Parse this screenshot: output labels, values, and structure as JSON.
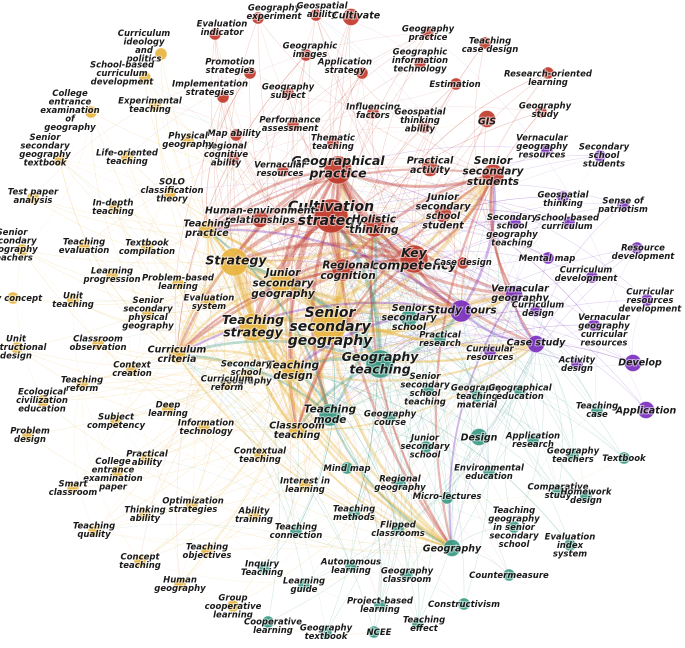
{
  "colors": {
    "red": "#c0392b",
    "gold": "#e8b440",
    "teal": "#3a9a86",
    "purple": "#7b2fbe"
  },
  "hubs": [
    "Senior secondary geography",
    "Geography teaching",
    "Cultivation strategy",
    "Geographical practice",
    "Key competency"
  ],
  "nodes": [
    {
      "id": "n1",
      "label": "Geography experiment",
      "cluster": "red",
      "w": 1
    },
    {
      "id": "n2",
      "label": "Geospatial ability",
      "cluster": "red",
      "w": 1
    },
    {
      "id": "n3",
      "label": "Cultivate",
      "cluster": "red",
      "w": 2
    },
    {
      "id": "n4",
      "label": "Evaluation indicator",
      "cluster": "red",
      "w": 1
    },
    {
      "id": "n5",
      "label": "Geography practice",
      "cluster": "red",
      "w": 1
    },
    {
      "id": "n6",
      "label": "Teaching case design",
      "cluster": "red",
      "w": 1
    },
    {
      "id": "n7",
      "label": "Geographic images",
      "cluster": "red",
      "w": 1
    },
    {
      "id": "n8",
      "label": "Promotion strategies",
      "cluster": "red",
      "w": 1
    },
    {
      "id": "n9",
      "label": "Application strategy",
      "cluster": "red",
      "w": 1
    },
    {
      "id": "n10",
      "label": "Geographic information technology",
      "cluster": "red",
      "w": 1
    },
    {
      "id": "n11",
      "label": "Research-oriented learning",
      "cluster": "red",
      "w": 1
    },
    {
      "id": "n12",
      "label": "Implementation strategies",
      "cluster": "red",
      "w": 1
    },
    {
      "id": "n13",
      "label": "Geography subject",
      "cluster": "red",
      "w": 1
    },
    {
      "id": "n14",
      "label": "Estimation",
      "cluster": "red",
      "w": 1
    },
    {
      "id": "n15",
      "label": "Geography study",
      "cluster": "red",
      "w": 1
    },
    {
      "id": "n16",
      "label": "Influencing factors",
      "cluster": "red",
      "w": 1
    },
    {
      "id": "n17",
      "label": "Performance assessment",
      "cluster": "red",
      "w": 1
    },
    {
      "id": "n18",
      "label": "GIS",
      "cluster": "red",
      "w": 2
    },
    {
      "id": "n19",
      "label": "Map ability",
      "cluster": "red",
      "w": 1
    },
    {
      "id": "n20",
      "label": "Geospatial thinking ability",
      "cluster": "red",
      "w": 1
    },
    {
      "id": "n21",
      "label": "Thematic teaching",
      "cluster": "red",
      "w": 1
    },
    {
      "id": "n22",
      "label": "Geographical practice",
      "cluster": "red",
      "w": 4
    },
    {
      "id": "n23",
      "label": "Practical activity",
      "cluster": "red",
      "w": 2
    },
    {
      "id": "n24",
      "label": "Senior secondary students",
      "cluster": "red",
      "w": 3
    },
    {
      "id": "n25",
      "label": "Vernacular resources",
      "cluster": "red",
      "w": 1
    },
    {
      "id": "n26",
      "label": "Regional cognitive ability",
      "cluster": "red",
      "w": 1
    },
    {
      "id": "n27",
      "label": "Cultivation strategy",
      "cluster": "red",
      "w": 5
    },
    {
      "id": "n28",
      "label": "Human-environment relationships",
      "cluster": "red",
      "w": 2
    },
    {
      "id": "n29",
      "label": "Holistic thinking",
      "cluster": "red",
      "w": 3
    },
    {
      "id": "n30",
      "label": "Junior secondary school student",
      "cluster": "red",
      "w": 2
    },
    {
      "id": "n31",
      "label": "Key competency",
      "cluster": "red",
      "w": 4
    },
    {
      "id": "n32",
      "label": "Regional cognition",
      "cluster": "red",
      "w": 3
    },
    {
      "id": "n33",
      "label": "Case design",
      "cluster": "red",
      "w": 1
    },
    {
      "id": "n40",
      "label": "Vernacular geography resources",
      "cluster": "purple",
      "w": 1
    },
    {
      "id": "n41",
      "label": "Secondary school students",
      "cluster": "purple",
      "w": 1
    },
    {
      "id": "n42",
      "label": "Geospatial thinking",
      "cluster": "purple",
      "w": 1
    },
    {
      "id": "n43",
      "label": "Sense of patriotism",
      "cluster": "purple",
      "w": 1
    },
    {
      "id": "n44",
      "label": "School-based curriculum",
      "cluster": "purple",
      "w": 1
    },
    {
      "id": "n45",
      "label": "Secondary school geography teaching",
      "cluster": "purple",
      "w": 1
    },
    {
      "id": "n46",
      "label": "Resource development",
      "cluster": "purple",
      "w": 1
    },
    {
      "id": "n47",
      "label": "Mental map",
      "cluster": "purple",
      "w": 1
    },
    {
      "id": "n48",
      "label": "Curriculum development",
      "cluster": "purple",
      "w": 1
    },
    {
      "id": "n49",
      "label": "Vernacular geography",
      "cluster": "purple",
      "w": 2
    },
    {
      "id": "n50",
      "label": "Curricular resources development",
      "cluster": "purple",
      "w": 1
    },
    {
      "id": "n51",
      "label": "Curriculum design",
      "cluster": "purple",
      "w": 1
    },
    {
      "id": "n52",
      "label": "Study tours",
      "cluster": "purple",
      "w": 3
    },
    {
      "id": "n53",
      "label": "Vernacular geography curricular resources",
      "cluster": "purple",
      "w": 1
    },
    {
      "id": "n54",
      "label": "Case study",
      "cluster": "purple",
      "w": 2
    },
    {
      "id": "n55",
      "label": "Curricular resources",
      "cluster": "purple",
      "w": 1
    },
    {
      "id": "n56",
      "label": "Activity design",
      "cluster": "purple",
      "w": 1
    },
    {
      "id": "n57",
      "label": "Develop",
      "cluster": "purple",
      "w": 2
    },
    {
      "id": "n58",
      "label": "Application",
      "cluster": "purple",
      "w": 2
    },
    {
      "id": "n60",
      "label": "Curriculum ideology and politics",
      "cluster": "gold",
      "w": 1
    },
    {
      "id": "n61",
      "label": "School-based curriculum development",
      "cluster": "gold",
      "w": 1
    },
    {
      "id": "n62",
      "label": "College entrance examination of geography",
      "cluster": "gold",
      "w": 1
    },
    {
      "id": "n63",
      "label": "Experimental teaching",
      "cluster": "gold",
      "w": 1
    },
    {
      "id": "n64",
      "label": "Senior secondary geography textbook",
      "cluster": "gold",
      "w": 1
    },
    {
      "id": "n65",
      "label": "Physical geography",
      "cluster": "gold",
      "w": 1
    },
    {
      "id": "n66",
      "label": "Life-oriented teaching",
      "cluster": "gold",
      "w": 1
    },
    {
      "id": "n67",
      "label": "SOLO classification theory",
      "cluster": "gold",
      "w": 1
    },
    {
      "id": "n68",
      "label": "Test paper analysis",
      "cluster": "gold",
      "w": 1
    },
    {
      "id": "n69",
      "label": "In-depth teaching",
      "cluster": "gold",
      "w": 1
    },
    {
      "id": "n70",
      "label": "Teaching practice",
      "cluster": "gold",
      "w": 2
    },
    {
      "id": "n71",
      "label": "Senior secondary geography teachers",
      "cluster": "gold",
      "w": 1
    },
    {
      "id": "n72",
      "label": "Teaching evaluation",
      "cluster": "gold",
      "w": 1
    },
    {
      "id": "n73",
      "label": "Textbook compilation",
      "cluster": "gold",
      "w": 1
    },
    {
      "id": "n74",
      "label": "Strategy",
      "cluster": "gold",
      "w": 4
    },
    {
      "id": "n75",
      "label": "Learning progression",
      "cluster": "gold",
      "w": 1
    },
    {
      "id": "n76",
      "label": "Problem-based learning",
      "cluster": "gold",
      "w": 1
    },
    {
      "id": "n77",
      "label": "Junior secondary geography",
      "cluster": "gold",
      "w": 3
    },
    {
      "id": "n78",
      "label": "Key concept",
      "cluster": "gold",
      "w": 1
    },
    {
      "id": "n79",
      "label": "Unit teaching",
      "cluster": "gold",
      "w": 1
    },
    {
      "id": "n80",
      "label": "Evaluation system",
      "cluster": "gold",
      "w": 1
    },
    {
      "id": "n81",
      "label": "Senior secondary physical geography",
      "cluster": "gold",
      "w": 1
    },
    {
      "id": "n82",
      "label": "Teaching strategy",
      "cluster": "gold",
      "w": 4
    },
    {
      "id": "n83",
      "label": "Senior secondary geography",
      "cluster": "gold",
      "w": 5
    },
    {
      "id": "n84",
      "label": "Unit instructional design",
      "cluster": "gold",
      "w": 1
    },
    {
      "id": "n85",
      "label": "Classroom observation",
      "cluster": "gold",
      "w": 1
    },
    {
      "id": "n86",
      "label": "Curriculum criteria",
      "cluster": "gold",
      "w": 2
    },
    {
      "id": "n87",
      "label": "Teaching design",
      "cluster": "gold",
      "w": 3
    },
    {
      "id": "n88",
      "label": "Context creation",
      "cluster": "gold",
      "w": 1
    },
    {
      "id": "n89",
      "label": "Secondary school geography",
      "cluster": "gold",
      "w": 1
    },
    {
      "id": "n90",
      "label": "Teaching reform",
      "cluster": "gold",
      "w": 1
    },
    {
      "id": "n91",
      "label": "Ecological civilization education",
      "cluster": "gold",
      "w": 1
    },
    {
      "id": "n92",
      "label": "Curriculum reform",
      "cluster": "gold",
      "w": 1
    },
    {
      "id": "n93",
      "label": "Subject competency",
      "cluster": "gold",
      "w": 1
    },
    {
      "id": "n94",
      "label": "Deep learning",
      "cluster": "gold",
      "w": 1
    },
    {
      "id": "n95",
      "label": "Classroom teaching",
      "cluster": "gold",
      "w": 2
    },
    {
      "id": "n96",
      "label": "Problem design",
      "cluster": "gold",
      "w": 1
    },
    {
      "id": "n97",
      "label": "Information technology",
      "cluster": "gold",
      "w": 1
    },
    {
      "id": "n98",
      "label": "Contextual teaching",
      "cluster": "gold",
      "w": 1
    },
    {
      "id": "n99",
      "label": "Practical ability",
      "cluster": "gold",
      "w": 1
    },
    {
      "id": "n100",
      "label": "College entrance examination paper",
      "cluster": "gold",
      "w": 1
    },
    {
      "id": "n101",
      "label": "Smart classroom",
      "cluster": "gold",
      "w": 1
    },
    {
      "id": "n102",
      "label": "Interest in learning",
      "cluster": "gold",
      "w": 1
    },
    {
      "id": "n103",
      "label": "Optimization strategies",
      "cluster": "gold",
      "w": 1
    },
    {
      "id": "n104",
      "label": "Thinking ability",
      "cluster": "gold",
      "w": 1
    },
    {
      "id": "n105",
      "label": "Ability training",
      "cluster": "gold",
      "w": 1
    },
    {
      "id": "n106",
      "label": "Teaching quality",
      "cluster": "gold",
      "w": 1
    },
    {
      "id": "n107",
      "label": "Teaching objectives",
      "cluster": "gold",
      "w": 1
    },
    {
      "id": "n108",
      "label": "Concept teaching",
      "cluster": "gold",
      "w": 1
    },
    {
      "id": "n109",
      "label": "Human geography",
      "cluster": "gold",
      "w": 1
    },
    {
      "id": "n110",
      "label": "Group cooperative learning",
      "cluster": "gold",
      "w": 1
    },
    {
      "id": "n120",
      "label": "Senior secondary school",
      "cluster": "teal",
      "w": 2
    },
    {
      "id": "n121",
      "label": "Practical research",
      "cluster": "teal",
      "w": 1
    },
    {
      "id": "n122",
      "label": "Geography teaching",
      "cluster": "teal",
      "w": 4
    },
    {
      "id": "n123",
      "label": "Senior secondary school teaching",
      "cluster": "teal",
      "w": 1
    },
    {
      "id": "n124",
      "label": "Geography teaching material",
      "cluster": "teal",
      "w": 1
    },
    {
      "id": "n125",
      "label": "Geographical education",
      "cluster": "teal",
      "w": 1
    },
    {
      "id": "n126",
      "label": "Teaching case",
      "cluster": "teal",
      "w": 1
    },
    {
      "id": "n127",
      "label": "Teaching mode",
      "cluster": "teal",
      "w": 3
    },
    {
      "id": "n128",
      "label": "Geography course",
      "cluster": "teal",
      "w": 1
    },
    {
      "id": "n129",
      "label": "Design",
      "cluster": "teal",
      "w": 2
    },
    {
      "id": "n130",
      "label": "Application research",
      "cluster": "teal",
      "w": 1
    },
    {
      "id": "n131",
      "label": "Junior secondary school",
      "cluster": "teal",
      "w": 1
    },
    {
      "id": "n132",
      "label": "Geography teachers",
      "cluster": "teal",
      "w": 1
    },
    {
      "id": "n133",
      "label": "Textbook",
      "cluster": "teal",
      "w": 1
    },
    {
      "id": "n134",
      "label": "Environmental education",
      "cluster": "teal",
      "w": 1
    },
    {
      "id": "n135",
      "label": "Mind map",
      "cluster": "teal",
      "w": 1
    },
    {
      "id": "n136",
      "label": "Regional geography",
      "cluster": "teal",
      "w": 1
    },
    {
      "id": "n137",
      "label": "Comparative study",
      "cluster": "teal",
      "w": 1
    },
    {
      "id": "n138",
      "label": "Homework design",
      "cluster": "teal",
      "w": 1
    },
    {
      "id": "n139",
      "label": "Micro-lectures",
      "cluster": "teal",
      "w": 1
    },
    {
      "id": "n140",
      "label": "Teaching methods",
      "cluster": "teal",
      "w": 1
    },
    {
      "id": "n141",
      "label": "Teaching geography in senior secondary school",
      "cluster": "teal",
      "w": 1
    },
    {
      "id": "n142",
      "label": "Evaluation index system",
      "cluster": "teal",
      "w": 1
    },
    {
      "id": "n143",
      "label": "Teaching connection",
      "cluster": "teal",
      "w": 1
    },
    {
      "id": "n144",
      "label": "Flipped classrooms",
      "cluster": "teal",
      "w": 1
    },
    {
      "id": "n145",
      "label": "Geography",
      "cluster": "teal",
      "w": 2
    },
    {
      "id": "n146",
      "label": "Autonomous learning",
      "cluster": "teal",
      "w": 1
    },
    {
      "id": "n147",
      "label": "Geography classroom",
      "cluster": "teal",
      "w": 1
    },
    {
      "id": "n148",
      "label": "Countermeasure",
      "cluster": "teal",
      "w": 1
    },
    {
      "id": "n149",
      "label": "Inquiry Teaching",
      "cluster": "teal",
      "w": 1
    },
    {
      "id": "n150",
      "label": "Learning guide",
      "cluster": "teal",
      "w": 1
    },
    {
      "id": "n151",
      "label": "Project-based learning",
      "cluster": "teal",
      "w": 1
    },
    {
      "id": "n152",
      "label": "Constructivism",
      "cluster": "teal",
      "w": 1
    },
    {
      "id": "n153",
      "label": "Cooperative learning",
      "cluster": "teal",
      "w": 1
    },
    {
      "id": "n154",
      "label": "Geography textbook",
      "cluster": "teal",
      "w": 1
    },
    {
      "id": "n155",
      "label": "NCEE",
      "cluster": "teal",
      "w": 1
    },
    {
      "id": "n156",
      "label": "Teaching effect",
      "cluster": "teal",
      "w": 1
    }
  ]
}
